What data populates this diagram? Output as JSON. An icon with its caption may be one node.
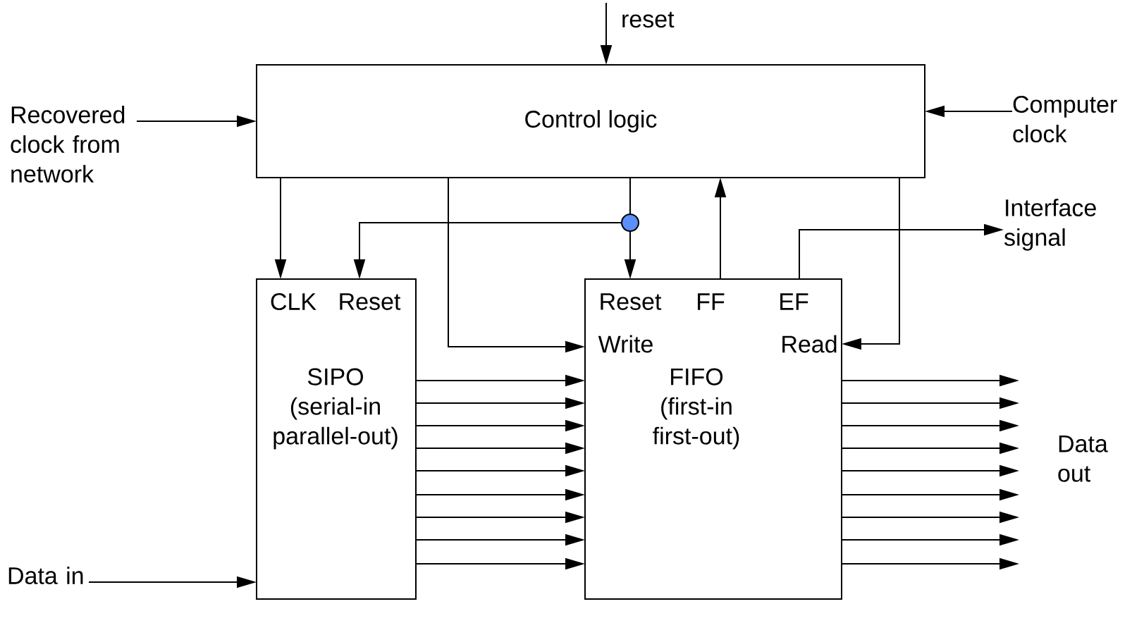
{
  "diagram": {
    "nodes": [
      {
        "text": [
          "Control logic"
        ]
      },
      {
        "text": [
          "CLK",
          "Reset",
          "SIPO (serial-in parallel-out)"
        ]
      },
      {
        "text": [
          "Reset",
          "FF",
          "EF",
          "Write",
          "Read",
          "FIFO (first-in first-out)"
        ]
      },
      {
        "text": [
          "Recovered clock from network"
        ]
      },
      {
        "text": [
          "Computer clock"
        ]
      },
      {
        "text": [
          "Interface signal"
        ]
      },
      {
        "text": [
          "Data in"
        ]
      },
      {
        "text": [
          "Data out"
        ]
      },
      {
        "text": [],
        "shape": "circle"
      }
    ],
    "edges": [
      {
        "from": null,
        "to": 0,
        "arrow": "to"
      },
      {
        "from": 3,
        "to": 0,
        "arrow": "to"
      },
      {
        "from": 4,
        "to": 0,
        "arrow": "to"
      },
      {
        "from": 0,
        "to": 1,
        "arrow": "to"
      },
      {
        "from": 0,
        "to": 8,
        "arrow": "none"
      },
      {
        "from": 8,
        "to": 1,
        "arrow": "to"
      },
      {
        "from": 8,
        "to": 2,
        "arrow": "to"
      },
      {
        "from": 0,
        "to": 2,
        "arrow": "to"
      },
      {
        "from": 2,
        "to": 0,
        "arrow": "to"
      },
      {
        "from": 2,
        "to": 5,
        "arrow": "to"
      },
      {
        "from": 0,
        "to": 2,
        "arrow": "to"
      },
      {
        "from": 6,
        "to": 1,
        "arrow": "to"
      },
      {
        "from": 1,
        "to": 2,
        "arrow": "to"
      },
      {
        "from": 1,
        "to": 2,
        "arrow": "to"
      },
      {
        "from": 1,
        "to": 2,
        "arrow": "to"
      },
      {
        "from": 1,
        "to": 2,
        "arrow": "to"
      },
      {
        "from": 1,
        "to": 2,
        "arrow": "to"
      },
      {
        "from": 1,
        "to": 2,
        "arrow": "to"
      },
      {
        "from": 1,
        "to": 2,
        "arrow": "to"
      },
      {
        "from": 1,
        "to": 2,
        "arrow": "to"
      },
      {
        "from": 1,
        "to": 2,
        "arrow": "to"
      },
      {
        "from": 2,
        "to": 7,
        "arrow": "to"
      },
      {
        "from": 2,
        "to": 7,
        "arrow": "to"
      },
      {
        "from": 2,
        "to": 7,
        "arrow": "to"
      },
      {
        "from": 2,
        "to": 7,
        "arrow": "to"
      },
      {
        "from": 2,
        "to": 7,
        "arrow": "to"
      },
      {
        "from": 2,
        "to": 7,
        "arrow": "to"
      },
      {
        "from": 2,
        "to": 7,
        "arrow": "to"
      },
      {
        "from": 2,
        "to": 7,
        "arrow": "to"
      },
      {
        "from": 2,
        "to": 7,
        "arrow": "to"
      }
    ],
    "labels": [
      "reset"
    ]
  }
}
